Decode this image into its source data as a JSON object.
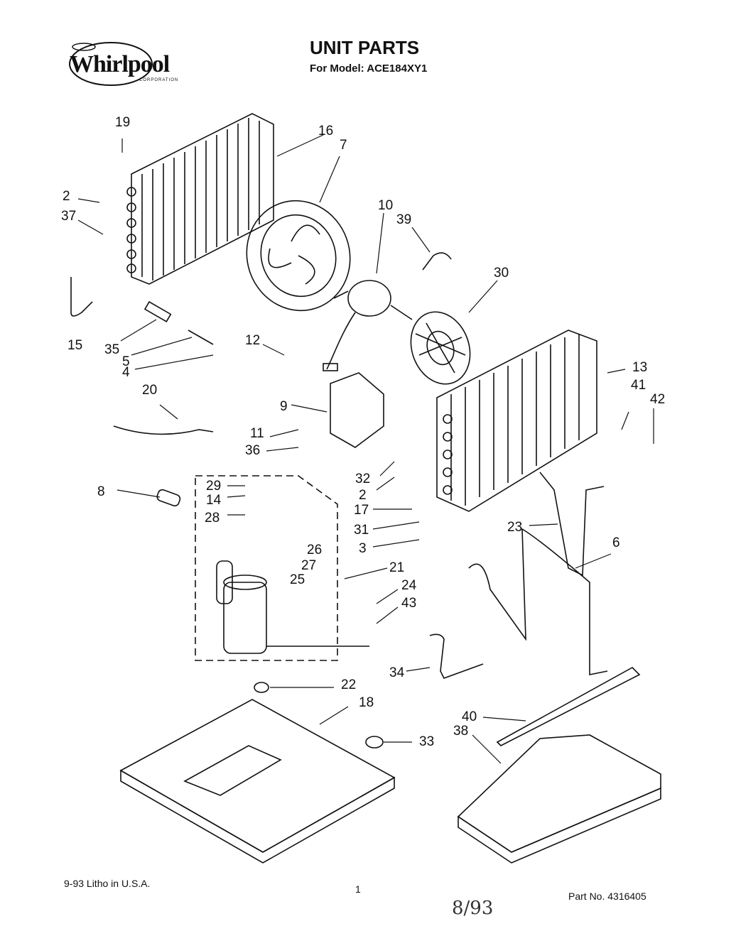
{
  "header": {
    "brand": "Whirlpool",
    "brand_sub": "CORPORATION",
    "title": "UNIT PARTS",
    "subtitle": "For Model: ACE184XY1"
  },
  "diagram": {
    "callouts": [
      "19",
      "16",
      "7",
      "2",
      "37",
      "10",
      "39",
      "30",
      "15",
      "35",
      "5",
      "4",
      "12",
      "13",
      "41",
      "42",
      "20",
      "9",
      "11",
      "36",
      "32",
      "2",
      "8",
      "29",
      "14",
      "28",
      "26",
      "27",
      "25",
      "17",
      "31",
      "3",
      "23",
      "6",
      "21",
      "24",
      "43",
      "34",
      "22",
      "18",
      "33",
      "40",
      "38"
    ]
  },
  "footer": {
    "printed": "9-93 Litho in U.S.A.",
    "page": "1",
    "part_no": "Part No. 4316405",
    "handwritten": "8/93"
  },
  "colors": {
    "ink": "#111111",
    "paper": "#ffffff"
  }
}
